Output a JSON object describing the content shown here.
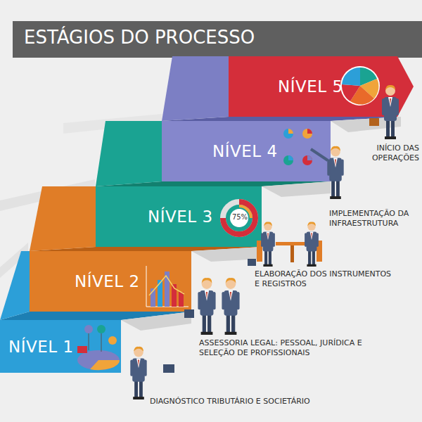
{
  "diagram": {
    "title": "ESTÁGIOS DO PROCESSO",
    "nodes": [
      {
        "text": [
          "NÍVEL 1"
        ]
      },
      {
        "text": [
          "NÍVEL 2"
        ]
      },
      {
        "text": [
          "NÍVEL 3"
        ]
      },
      {
        "text": [
          "NÍVEL 4"
        ]
      },
      {
        "text": [
          "NÍVEL 5"
        ]
      }
    ],
    "labels": [
      "DIAGNÓSTICO TRIBUTÁRIO E SOCIETÁRIO",
      "ASSESSORIA LEGAL: PESSOAL, JURÍDICA E SELEÇÃO DE PROFISSIONAIS",
      "ELABORAÇÃO DOS INSTRUMENTOS E REGISTROS",
      "IMPLEMENTAÇÃO DA INFRAESTRUTURA",
      "INÍCIO DAS OPERAÇÕES",
      "75%"
    ]
  }
}
